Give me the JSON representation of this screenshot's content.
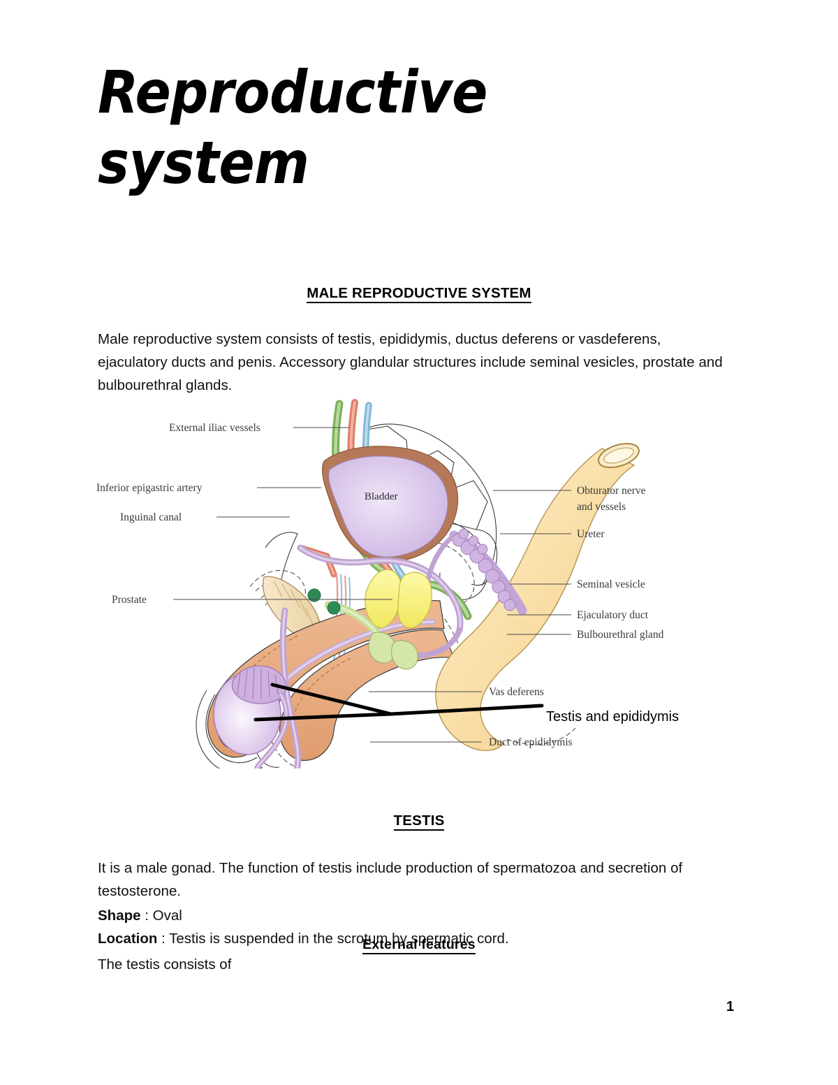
{
  "document": {
    "title": "Reproductive\nsystem",
    "page_number": "1"
  },
  "sections": {
    "male_heading": "MALE REPRODUCTIVE SYSTEM",
    "intro_paragraph": "Male reproductive system consists of testis, epididymis, ductus deferens or vasdeferens, ejaculatory ducts and penis. Accessory glandular structures include seminal vesicles, prostate and bulbourethral glands.",
    "testis_heading": "TESTIS",
    "testis_paragraph": "It is a male gonad. The function of testis include production of spermatozoa and secretion of testosterone.",
    "shape_key": "Shape",
    "shape_value": " : Oval",
    "location_key": "Location",
    "location_value": "  : Testis is suspended in the scrotum by spermatic cord.",
    "external_features_heading": "External features",
    "consists_line": "The testis consists of"
  },
  "figure": {
    "name": "male-reproductive-system-diagram",
    "inner_label_bladder": "Bladder",
    "labels": [
      {
        "id": "external-iliac-vessels",
        "text": "External iliac vessels"
      },
      {
        "id": "inferior-epigastric-artery",
        "text": "Inferior epigastric artery"
      },
      {
        "id": "inguinal-canal",
        "text": "Inguinal canal"
      },
      {
        "id": "prostate",
        "text": "Prostate"
      },
      {
        "id": "obturator-nerve",
        "text": "Obturator nerve"
      },
      {
        "id": "obturator-vessels",
        "text": "and vessels"
      },
      {
        "id": "ureter",
        "text": "Ureter"
      },
      {
        "id": "seminal-vesicle",
        "text": "Seminal vesicle"
      },
      {
        "id": "ejaculatory-duct",
        "text": "Ejaculatory duct"
      },
      {
        "id": "bulbourethral-gland",
        "text": "Bulbourethral gland"
      },
      {
        "id": "vas-deferens",
        "text": "Vas deferens"
      },
      {
        "id": "testis-and-epididymis",
        "text": "Testis and epididymis"
      },
      {
        "id": "duct-of-epididymis",
        "text": "Duct of epididymis"
      }
    ],
    "colors": {
      "bladder_fill": "#d8c3e8",
      "bladder_wall": "#b5795a",
      "prostate_yellow": "#f7f07a",
      "seminal_vesicle": "#c5a8d8",
      "rectum_tan": "#f5d9a0",
      "penis_tan": "#e8ab7e",
      "urethra_purple": "#c9aed8",
      "testis_purple": "#ddc9e8",
      "artery_red": "#ea8f7b",
      "vein_blue": "#a8cde8",
      "ureter_green": "#8cbf6a",
      "inguinal_canal": "#f0dcb4",
      "green_node": "#2e8b57",
      "label_gray": "#3a3a3a",
      "text_black": "#000000",
      "page_background": "#ffffff"
    }
  }
}
